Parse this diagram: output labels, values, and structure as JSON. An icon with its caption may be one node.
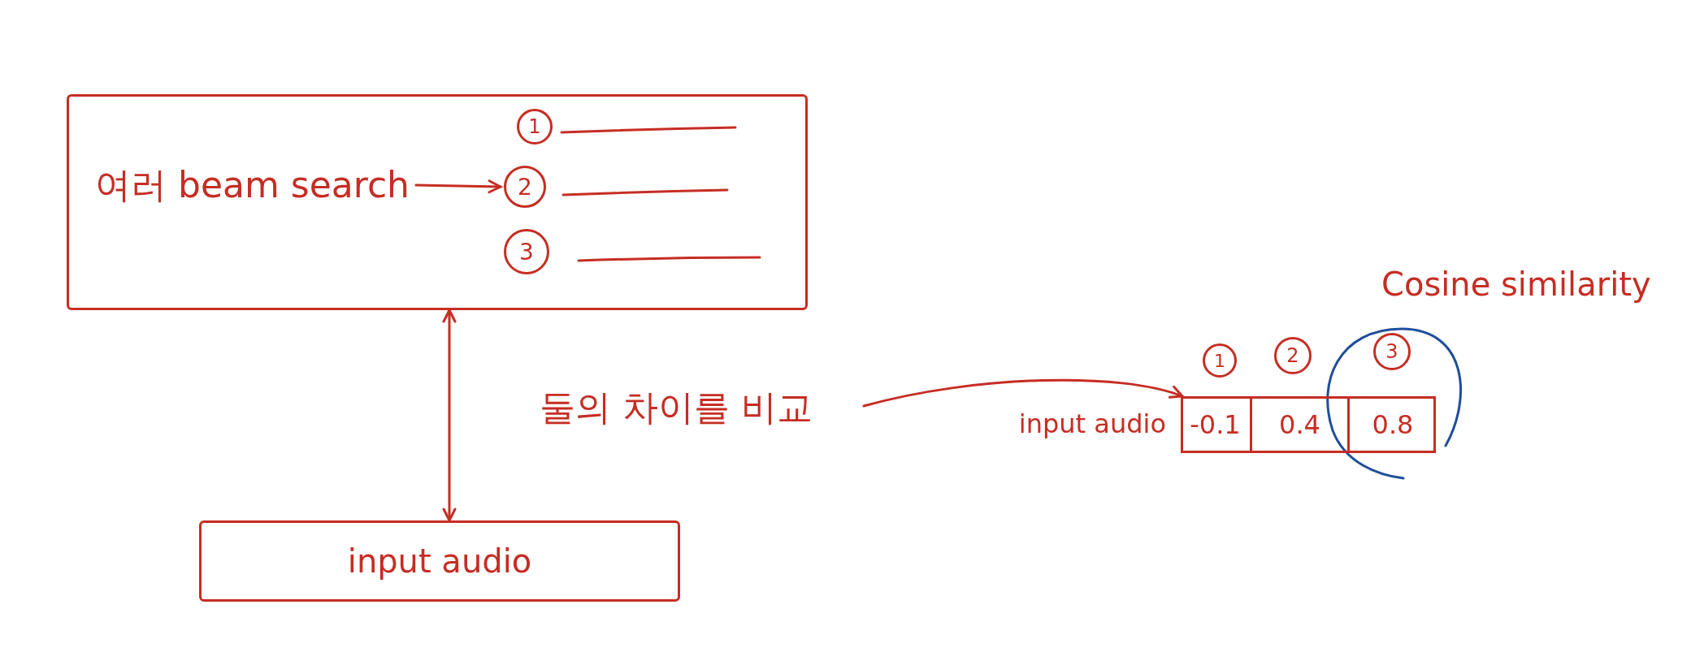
{
  "diagram": {
    "nodes": [
      {
        "text": [],
        "shape": "box"
      },
      {
        "text": [
          "여러 beam search"
        ],
        "in": 0
      },
      {
        "text": [
          "1"
        ],
        "in": 0
      },
      {
        "text": [
          "2"
        ],
        "in": 0
      },
      {
        "text": [
          "3"
        ],
        "in": 0
      },
      {
        "text": [
          "input audio"
        ]
      },
      {
        "text": [],
        "shape": "box",
        "beside": [
          "input audio"
        ]
      },
      {
        "text": [
          "-0.1"
        ],
        "in": 6
      },
      {
        "text": [
          "0.4"
        ],
        "in": 6
      },
      {
        "text": [
          "0.8"
        ],
        "in": 6
      },
      {
        "text": [
          "1"
        ]
      },
      {
        "text": [
          "2"
        ]
      },
      {
        "text": [
          "3"
        ]
      }
    ],
    "edges": [
      {
        "from": 1,
        "to": 3,
        "arrow": "to"
      },
      {
        "from": 0,
        "to": 5,
        "arrow": "both",
        "label": "둘의 차이를 비교"
      },
      {
        "from": null,
        "to": 6,
        "arrow": "to"
      }
    ],
    "labels": [
      "Cosine similarity"
    ]
  }
}
